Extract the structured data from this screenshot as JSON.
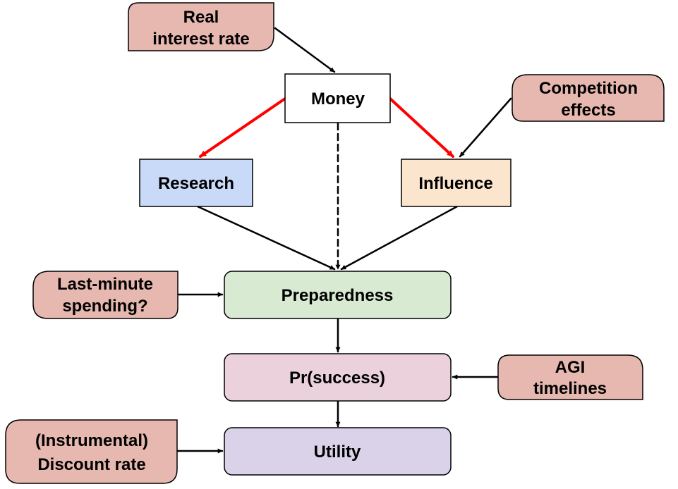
{
  "diagram": {
    "colors": {
      "rect_stroke": "#000000",
      "pill_fill": "#e6b8af",
      "arrow": "#000000",
      "arrow_highlight": "#ff0000"
    },
    "inputs": {
      "real_interest_rate": {
        "line1": "Real",
        "line2": "interest rate"
      },
      "competition_effects": {
        "line1": "Competition",
        "line2": "effects"
      },
      "last_minute_spending": {
        "line1": "Last-minute",
        "line2": "spending?"
      },
      "agi_timelines": {
        "line1": "AGI",
        "line2": "timelines"
      },
      "discount_rate": {
        "line1": "(Instrumental)",
        "line2": "Discount rate"
      }
    },
    "nodes": {
      "money": {
        "label": "Money",
        "fill": "#ffffff"
      },
      "research": {
        "label": "Research",
        "fill": "#c9daf8"
      },
      "influence": {
        "label": "Influence",
        "fill": "#fce5cd"
      },
      "preparedness": {
        "label": "Preparedness",
        "fill": "#d9ead3"
      },
      "success": {
        "label": "Pr(success)",
        "fill": "#ead1dc"
      },
      "utility": {
        "label": "Utility",
        "fill": "#d9d2e9"
      }
    }
  }
}
